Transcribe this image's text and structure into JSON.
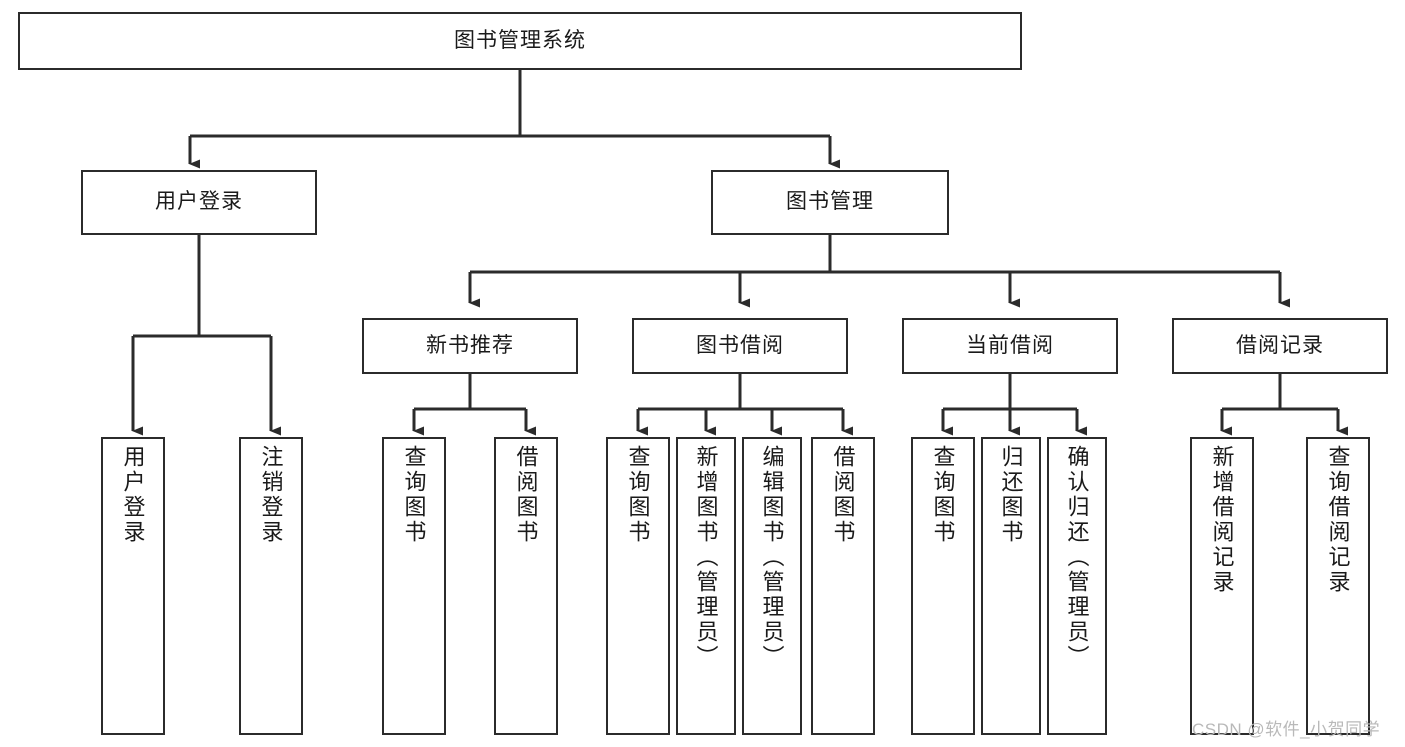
{
  "diagram": {
    "title": "图书管理系统",
    "type": "tree-hierarchy-diagram",
    "colors": {
      "box_border": "#2b2b2b",
      "box_fill": "#ffffff",
      "edge": "#2b2b2b",
      "background": "#ffffff",
      "watermark": "#b9b9b9"
    },
    "nodes": {
      "root": {
        "label": "图书管理系统"
      },
      "level2": [
        {
          "id": "user-login",
          "label": "用户登录"
        },
        {
          "id": "book-management",
          "label": "图书管理"
        }
      ],
      "level3": [
        {
          "id": "new-book-recommend",
          "label": "新书推荐"
        },
        {
          "id": "book-borrow",
          "label": "图书借阅"
        },
        {
          "id": "current-borrow",
          "label": "当前借阅"
        },
        {
          "id": "borrow-record",
          "label": "借阅记录"
        }
      ],
      "leaves": {
        "user-login": [
          {
            "id": "leaf-user-login",
            "label": "用户登录"
          },
          {
            "id": "leaf-user-logout",
            "label": "注销登录"
          }
        ],
        "new-book-recommend": [
          {
            "id": "leaf-query-book-1",
            "label": "查询图书"
          },
          {
            "id": "leaf-borrow-book-1",
            "label": "借阅图书"
          }
        ],
        "book-borrow": [
          {
            "id": "leaf-query-book-2",
            "label": "查询图书"
          },
          {
            "id": "leaf-add-book",
            "label": "新增图书（管理员）"
          },
          {
            "id": "leaf-edit-book",
            "label": "编辑图书（管理员）"
          },
          {
            "id": "leaf-borrow-book-2",
            "label": "借阅图书"
          }
        ],
        "current-borrow": [
          {
            "id": "leaf-query-book-3",
            "label": "查询图书"
          },
          {
            "id": "leaf-return-book",
            "label": "归还图书"
          },
          {
            "id": "leaf-confirm-return",
            "label": "确认归还（管理员）"
          }
        ],
        "borrow-record": [
          {
            "id": "leaf-add-record",
            "label": "新增借阅记录"
          },
          {
            "id": "leaf-query-record",
            "label": "查询借阅记录"
          }
        ]
      }
    },
    "watermark": "CSDN @软件_小贺同学"
  }
}
